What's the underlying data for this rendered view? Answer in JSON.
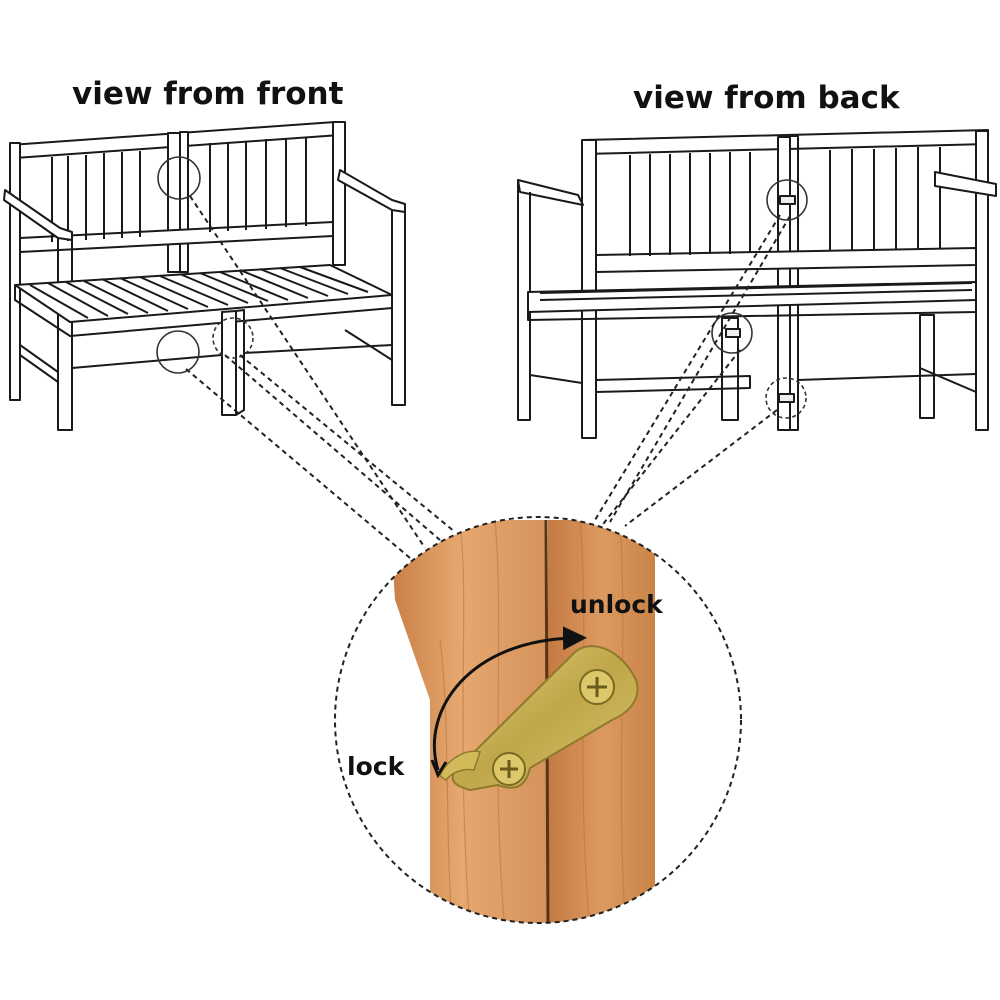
{
  "labels": {
    "front": "view from front",
    "back": "view from back",
    "unlock": "unlock",
    "lock": "lock"
  },
  "colors": {
    "line": "#1a1a1a",
    "wood_light": "#e8a972",
    "wood_mid": "#d98f55",
    "wood_dark": "#b9703c",
    "bracket": "#c9b45a",
    "bracket_dark": "#8e7a2c"
  }
}
